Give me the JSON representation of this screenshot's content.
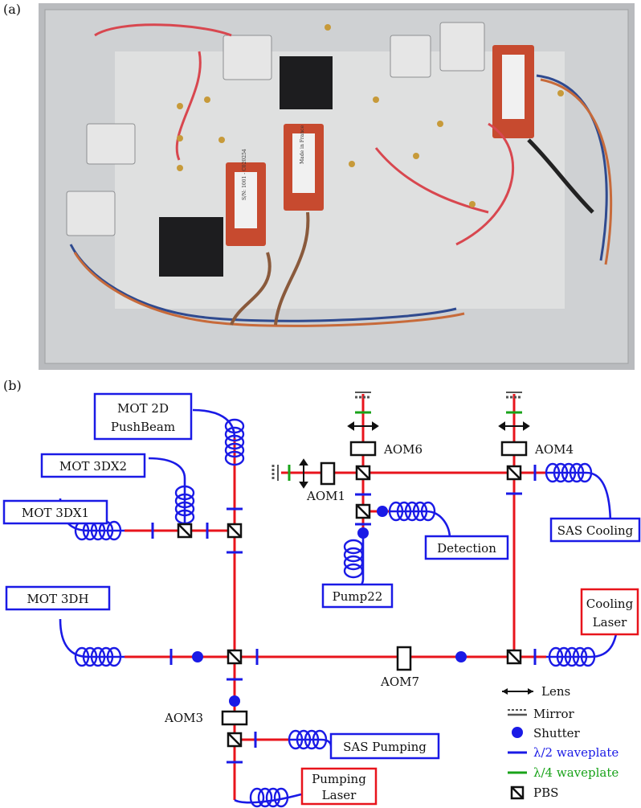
{
  "panels": {
    "a": "(a)",
    "b": "(b)"
  },
  "photo": {
    "sticker_text": "S/N: 1001 - C020254",
    "sticker_text_b": "Made in France",
    "colors": {
      "enclosure": "#c9cbcd",
      "module_red": "#c74a2f",
      "module_black": "#1d1d1f",
      "cable_red": "#d8474f",
      "cable_blue": "#2f4a8f",
      "cable_brown": "#8a5a3c"
    }
  },
  "diagram": {
    "boxes": {
      "mot2d": [
        "MOT 2D",
        "PushBeam"
      ],
      "mot3dx2": "MOT 3DX2",
      "mot3dx1": "MOT 3DX1",
      "mot3dh": "MOT 3DH",
      "sas_cooling": "SAS Cooling",
      "detection": "Detection",
      "pump22": "Pump22",
      "cooling_laser": [
        "Cooling",
        "Laser"
      ],
      "sas_pumping": "SAS Pumping",
      "pumping_laser": [
        "Pumping",
        "Laser"
      ]
    },
    "aoms": {
      "aom1": "AOM1",
      "aom3": "AOM3",
      "aom4": "AOM4",
      "aom6": "AOM6",
      "aom7": "AOM7"
    },
    "legend": {
      "lens": "Lens",
      "mirror": "Mirror",
      "shutter": "Shutter",
      "half_wave": "λ/2 waveplate",
      "quarter_wave": "λ/4 waveplate",
      "pbs": "PBS"
    },
    "colors": {
      "beam": "#e8141c",
      "fiber": "#1a1ae6",
      "quarter": "#19a319",
      "box_blue": "#1a1ae6",
      "box_red": "#e8141c",
      "mirror": "#555555"
    }
  }
}
